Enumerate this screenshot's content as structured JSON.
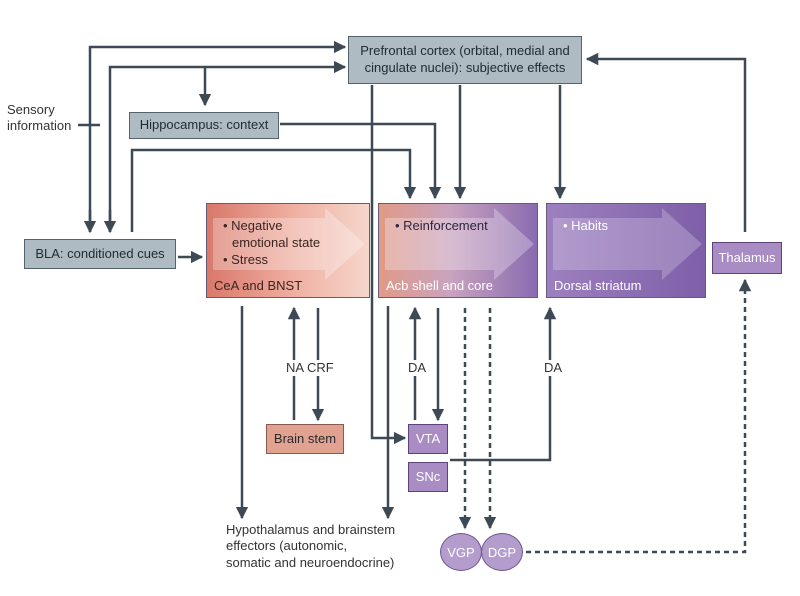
{
  "diagram": {
    "pfc": {
      "line1": "Prefrontal cortex (orbital, medial and",
      "line2": "cingulate nuclei): subjective effects"
    },
    "hippocampus": "Hippocampus: context",
    "sensory": {
      "line1": "Sensory",
      "line2": "information"
    },
    "bla": "BLA: conditioned cues",
    "cea": {
      "items": [
        "• Negative",
        "emotional state",
        "• Stress"
      ],
      "caption": "CeA and BNST"
    },
    "acb": {
      "items": [
        "• Reinforcement"
      ],
      "caption": "Acb shell and core"
    },
    "dorsal": {
      "items": [
        "• Habits"
      ],
      "caption": "Dorsal striatum"
    },
    "thalamus": "Thalamus",
    "brainstem": "Brain stem",
    "vta": "VTA",
    "snc": "SNc",
    "vgp": "VGP",
    "dgp": "DGP",
    "na_crf": "NA CRF",
    "da_left": "DA",
    "da_right": "DA",
    "effectors": {
      "line1": "Hypothalamus and brainstem",
      "line2": "effectors (autonomic,",
      "line3": "somatic and neuroendocrine)"
    }
  },
  "colors": {
    "line": "#3d4a55",
    "gray_box": "#aebbc2",
    "red": "#e1a291",
    "purple": "#a98cc3"
  }
}
